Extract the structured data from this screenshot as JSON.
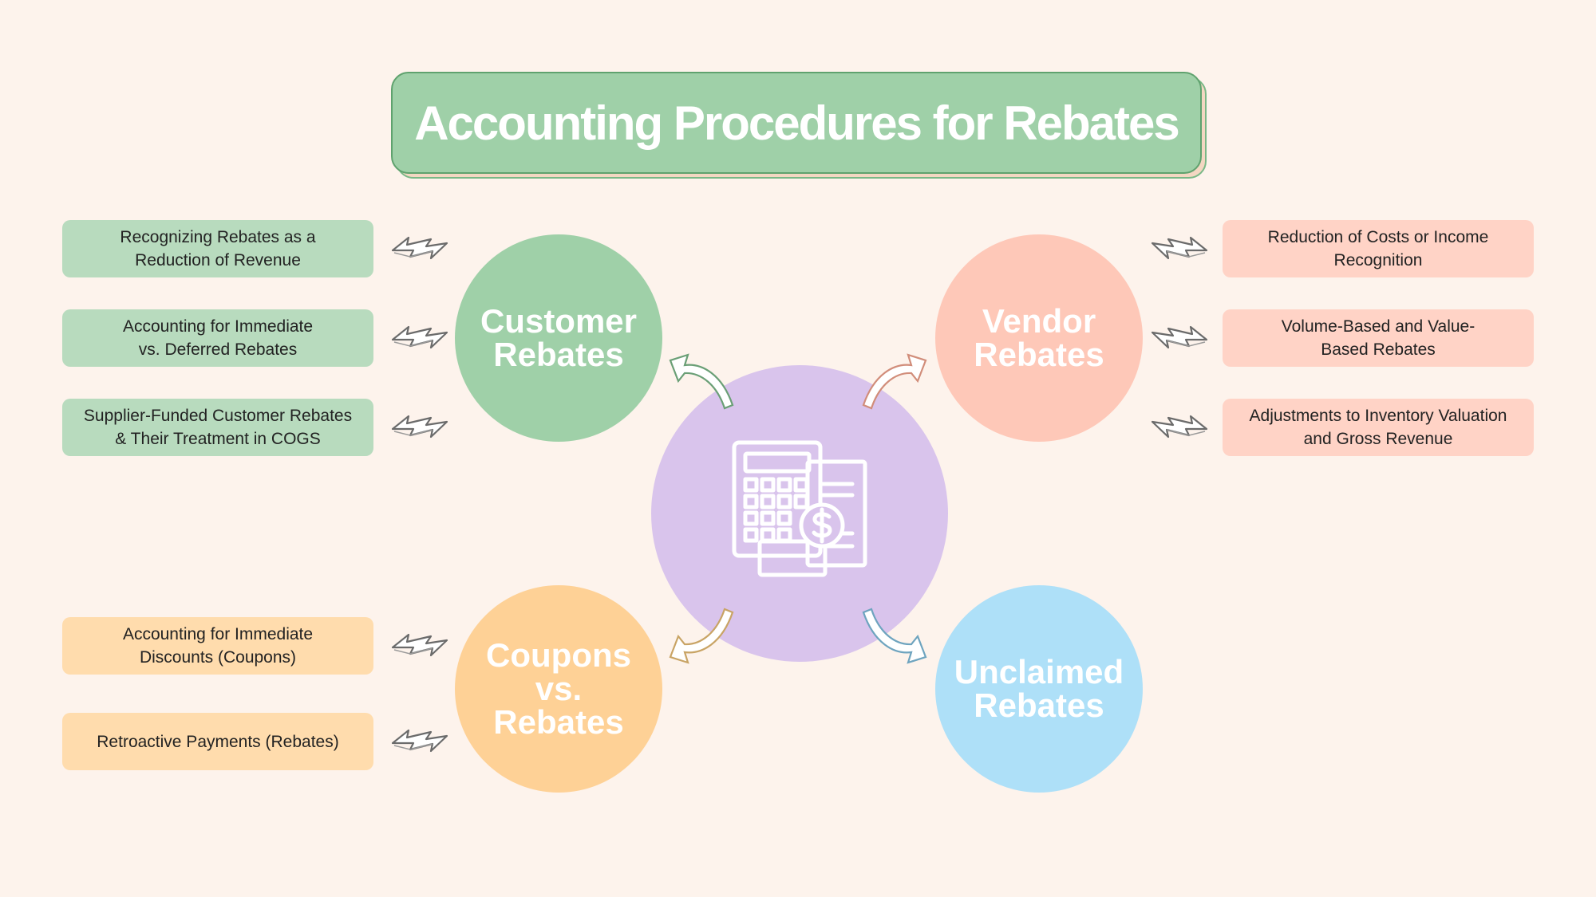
{
  "title": "Accounting Procedures for Rebates",
  "hub": {
    "icon": "calculator-invoice-dollar-icon"
  },
  "customer": {
    "heading": [
      "Customer",
      "Rebates"
    ],
    "items": [
      [
        "Recognizing Rebates as a",
        "Reduction of Revenue"
      ],
      [
        "Accounting for Immediate",
        "vs. Deferred Rebates"
      ],
      [
        "Supplier-Funded Customer Rebates",
        "& Their Treatment in COGS"
      ]
    ]
  },
  "vendor": {
    "heading": [
      "Vendor",
      "Rebates"
    ],
    "items": [
      [
        "Reduction of Costs or Income",
        "Recognition"
      ],
      [
        "Volume-Based and Value-",
        "Based Rebates"
      ],
      [
        "Adjustments to Inventory Valuation",
        "and Gross Revenue"
      ]
    ]
  },
  "coupons": {
    "heading": [
      "Coupons",
      "vs.",
      "Rebates"
    ],
    "items": [
      [
        "Accounting for Immediate",
        "Discounts (Coupons)"
      ],
      [
        "Retroactive Payments (Rebates)"
      ]
    ]
  },
  "unclaimed": {
    "heading": [
      "Unclaimed",
      "Rebates"
    ]
  },
  "colors": {
    "background": "#fdf3ec",
    "green": "#9fd0a8",
    "pink": "#fec8b8",
    "orange": "#fed196",
    "blue": "#aee0f8",
    "purple": "#d9c4ec"
  }
}
